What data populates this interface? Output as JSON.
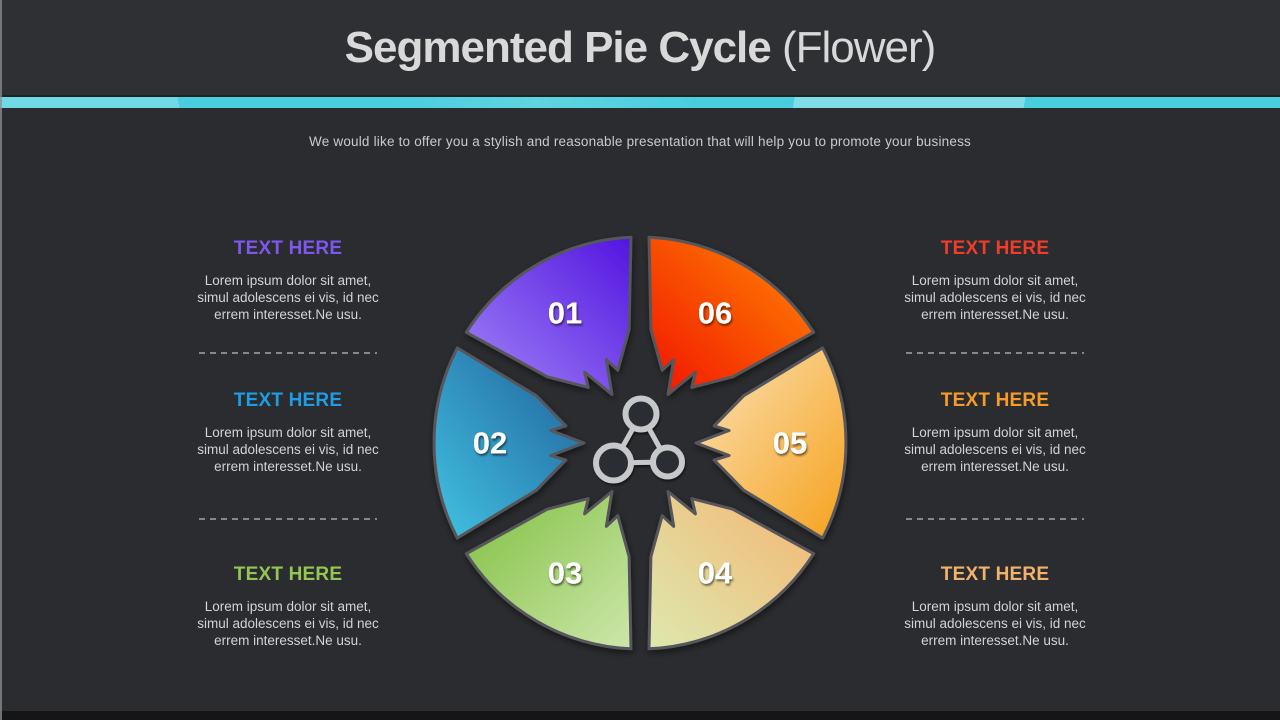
{
  "header": {
    "title_bold": "Segmented Pie Cycle",
    "title_light": " (Flower)",
    "subtitle": "We would like to offer you a stylish and reasonable presentation that will help you to promote your business"
  },
  "colors": {
    "stripe_accent": "#49cede",
    "page_bg": "#2b2c2f",
    "header_bg": "#2f3034",
    "segment_stroke": "#56575b",
    "number_text": "#ffffff",
    "icon": "#c7c8ca",
    "divider": "#87888a"
  },
  "diagram": {
    "type": "segmented-pie-cycle-flower",
    "center_icon": "molecule-icon",
    "segments": [
      {
        "label": "01",
        "angle": 120,
        "from": "#5215e0",
        "to": "#a285f7",
        "gdir": [
          1,
          0,
          0,
          1
        ]
      },
      {
        "label": "02",
        "angle": 180,
        "from": "#205e98",
        "to": "#41c3e3",
        "gdir": [
          1,
          0,
          0,
          1
        ]
      },
      {
        "label": "03",
        "angle": 240,
        "from": "#80bf40",
        "to": "#cde7ab",
        "gdir": [
          0,
          0,
          1,
          1
        ]
      },
      {
        "label": "04",
        "angle": 300,
        "from": "#f4b673",
        "to": "#dde8ae",
        "gdir": [
          1,
          0,
          0,
          1
        ]
      },
      {
        "label": "05",
        "angle": 0,
        "from": "#fae3b8",
        "to": "#f6a11c",
        "gdir": [
          0,
          0,
          1,
          1
        ]
      },
      {
        "label": "06",
        "angle": 60,
        "from": "#ff8a00",
        "to": "#f21300",
        "gdir": [
          1,
          0,
          0,
          1
        ]
      }
    ]
  },
  "panels": {
    "left": [
      {
        "heading": "TEXT HERE",
        "color": "#7e57f0",
        "body": "Lorem ipsum dolor sit amet, simul adolescens ei vis, id nec errem interesset.Ne usu."
      },
      {
        "heading": "TEXT HERE",
        "color": "#1e9de4",
        "body": "Lorem ipsum dolor sit amet, simul adolescens ei vis, id nec errem interesset.Ne usu."
      },
      {
        "heading": "TEXT HERE",
        "color": "#95c653",
        "body": "Lorem ipsum dolor sit amet, simul adolescens ei vis, id nec errem interesset.Ne usu."
      }
    ],
    "right": [
      {
        "heading": "TEXT HERE",
        "color": "#f23b2b",
        "body": "Lorem ipsum dolor sit amet, simul adolescens ei vis, id nec errem interesset.Ne usu."
      },
      {
        "heading": "TEXT HERE",
        "color": "#f59b26",
        "body": "Lorem ipsum dolor sit amet, simul adolescens ei vis, id nec errem interesset.Ne usu."
      },
      {
        "heading": "TEXT HERE",
        "color": "#f2b26d",
        "body": "Lorem ipsum dolor sit amet, simul adolescens ei vis, id nec errem interesset.Ne usu."
      }
    ]
  }
}
